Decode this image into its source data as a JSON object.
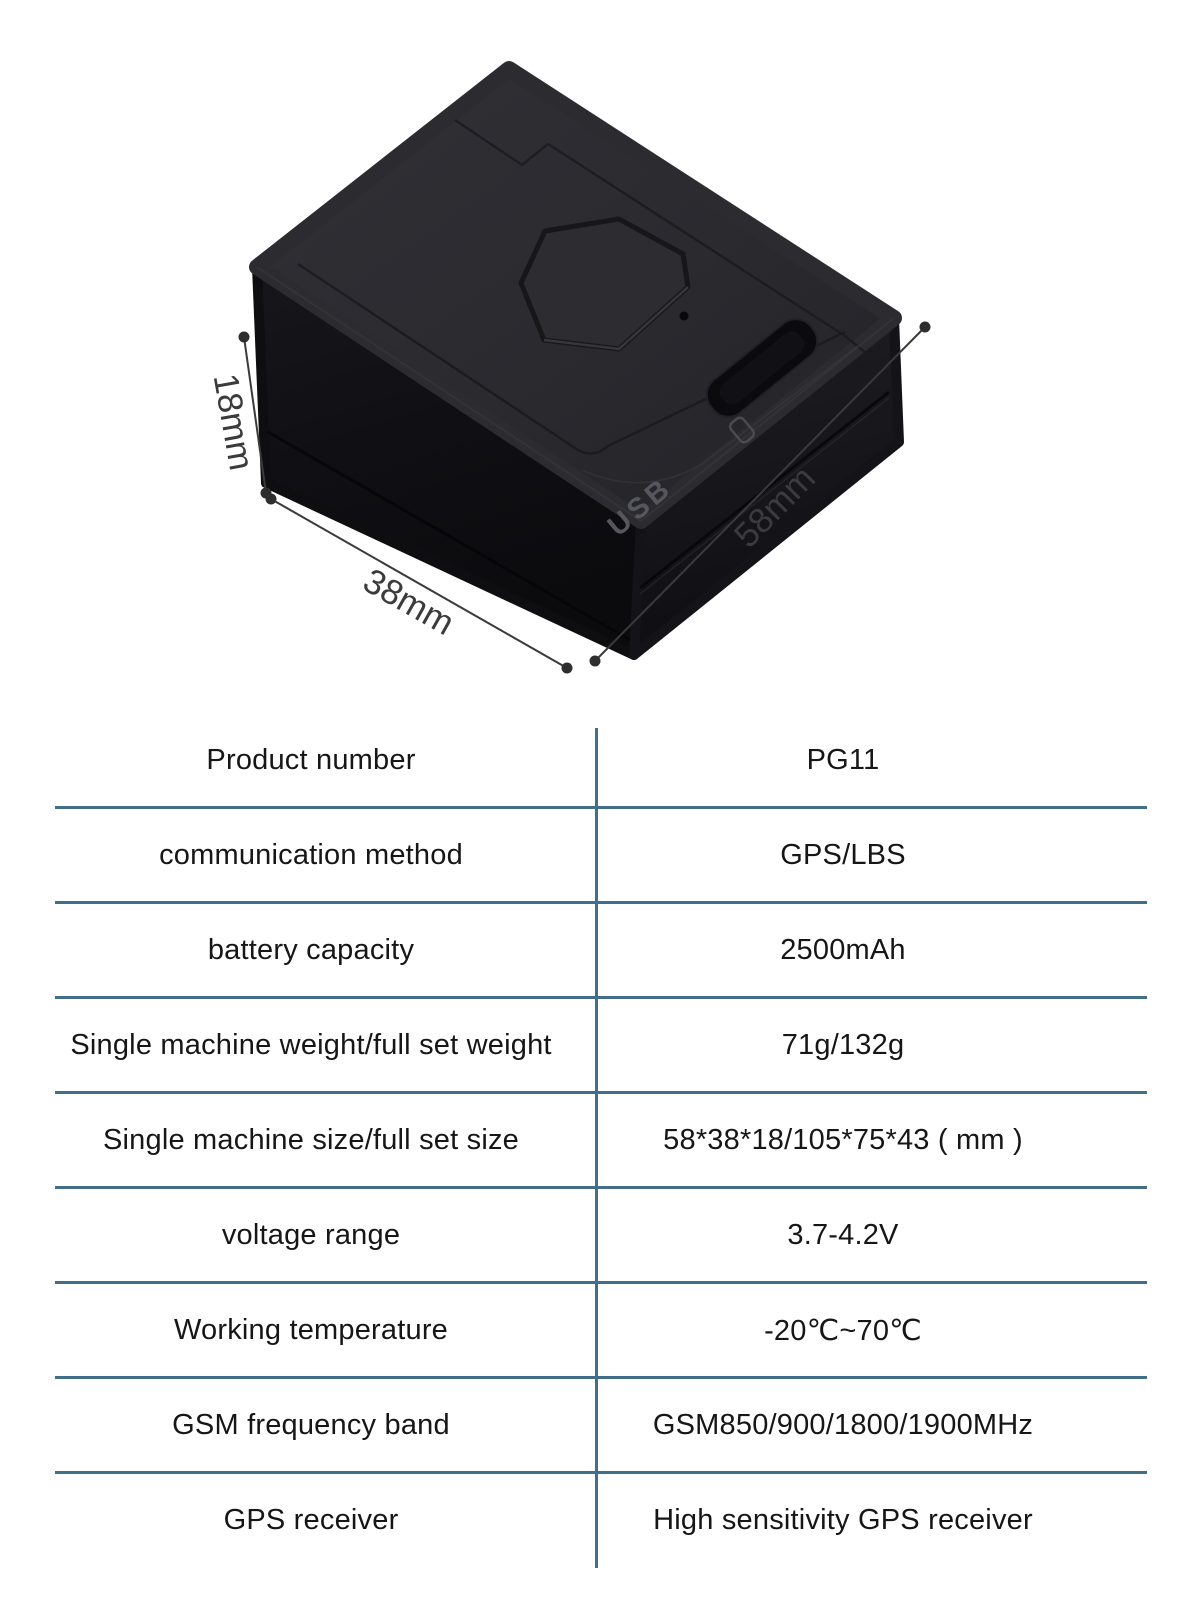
{
  "product_photo": {
    "usb_label": "USB",
    "dimensions": {
      "height_label": "18mm",
      "width_label": "38mm",
      "length_label": "58mm"
    }
  },
  "spec_table": {
    "divider_color": "#416f8a",
    "rows": [
      {
        "label": "Product number",
        "value": "PG11"
      },
      {
        "label": "communication method",
        "value": "GPS/LBS"
      },
      {
        "label": "battery capacity",
        "value": "2500mAh"
      },
      {
        "label": "Single machine weight/full set weight",
        "value": "71g/132g"
      },
      {
        "label": "Single machine size/full set size",
        "value": "58*38*18/105*75*43 ( mm )"
      },
      {
        "label": "voltage range",
        "value": "3.7-4.2V"
      },
      {
        "label": "Working temperature",
        "value": "-20℃~70℃"
      },
      {
        "label": "GSM frequency band",
        "value": "GSM850/900/1800/1900MHz"
      },
      {
        "label": "GPS receiver",
        "value": "High sensitivity GPS receiver"
      }
    ]
  }
}
